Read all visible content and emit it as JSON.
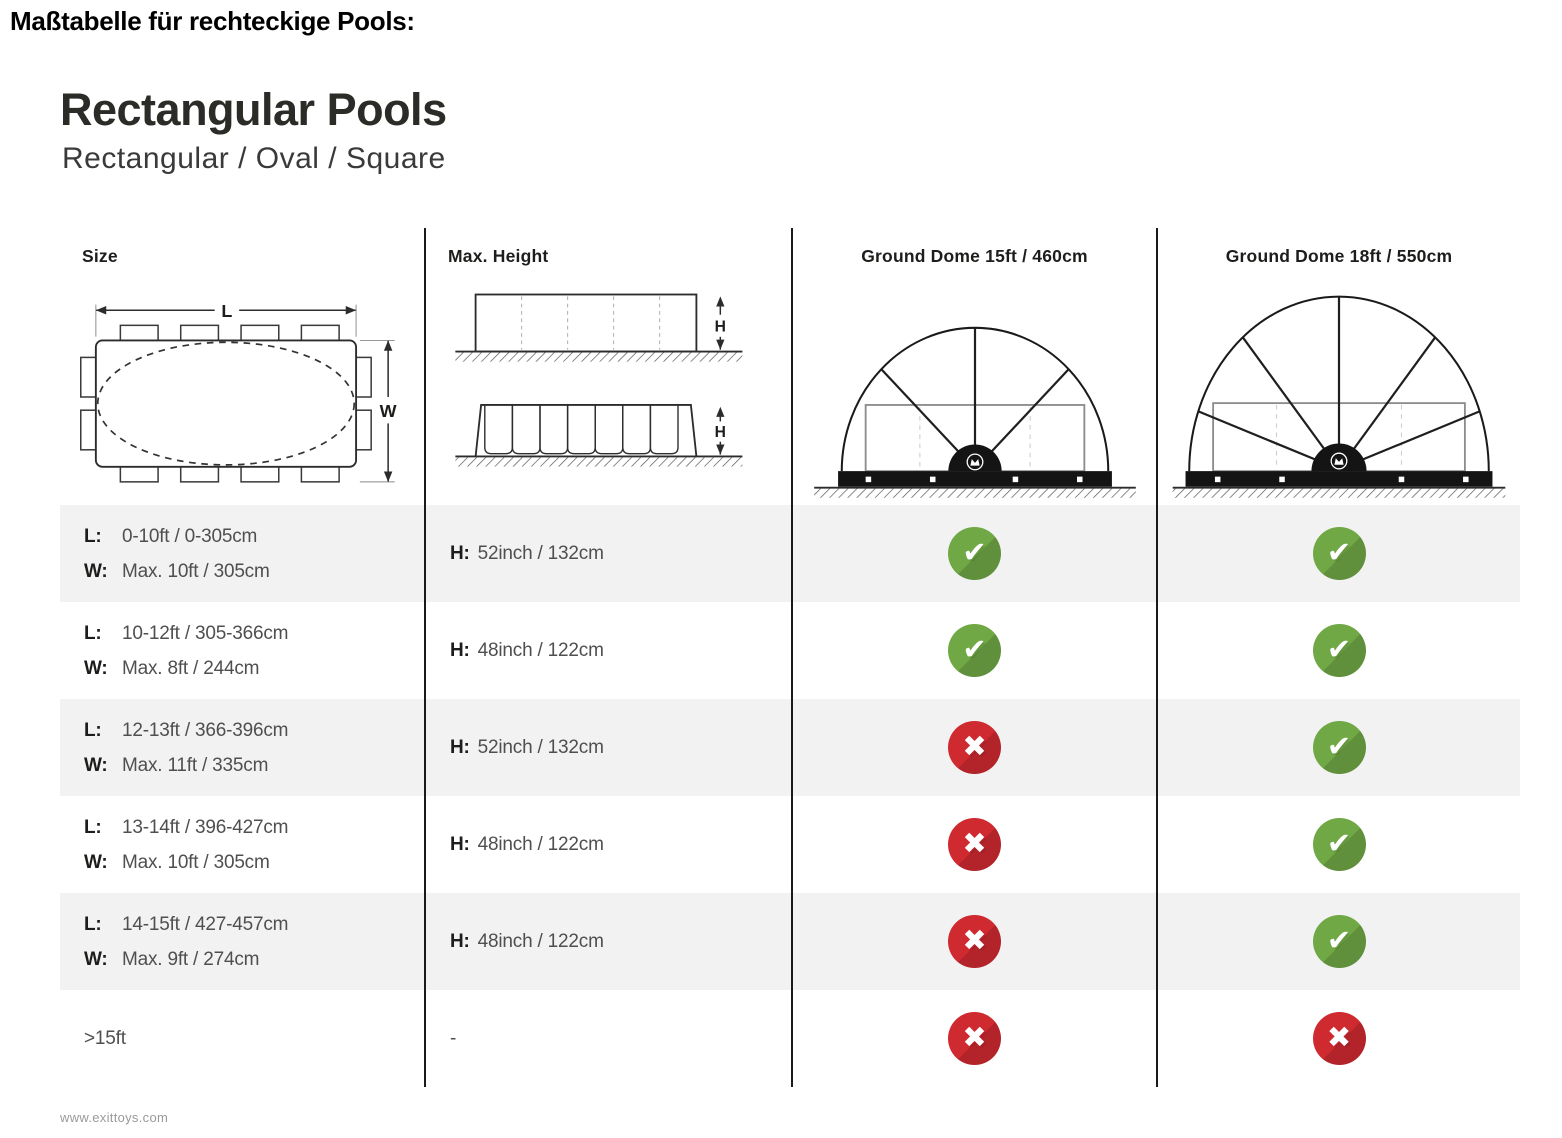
{
  "page": {
    "heading": "Maßtabelle für rechteckige Pools:",
    "title": "Rectangular Pools",
    "subtitle": "Rectangular / Oval / Square",
    "footer_url": "www.exittoys.com"
  },
  "table": {
    "headers": {
      "size": "Size",
      "max_height": "Max. Height",
      "dome15": "Ground Dome 15ft / 460cm",
      "dome18": "Ground Dome 18ft / 550cm"
    },
    "diagram_labels": {
      "length": "L",
      "width": "W",
      "height": "H"
    },
    "rows": [
      {
        "l_label": "L:",
        "l_value": "0-10ft / 0-305cm",
        "w_label": "W:",
        "w_value": "Max. 10ft / 305cm",
        "h_label": "H:",
        "h_value": "52inch / 132cm",
        "dome15": "check",
        "dome18": "check"
      },
      {
        "l_label": "L:",
        "l_value": "10-12ft / 305-366cm",
        "w_label": "W:",
        "w_value": "Max. 8ft / 244cm",
        "h_label": "H:",
        "h_value": "48inch / 122cm",
        "dome15": "check",
        "dome18": "check"
      },
      {
        "l_label": "L:",
        "l_value": "12-13ft / 366-396cm",
        "w_label": "W:",
        "w_value": "Max. 11ft / 335cm",
        "h_label": "H:",
        "h_value": "52inch / 132cm",
        "dome15": "cross",
        "dome18": "check"
      },
      {
        "l_label": "L:",
        "l_value": "13-14ft / 396-427cm",
        "w_label": "W:",
        "w_value": "Max. 10ft / 305cm",
        "h_label": "H:",
        "h_value": "48inch / 122cm",
        "dome15": "cross",
        "dome18": "check"
      },
      {
        "l_label": "L:",
        "l_value": "14-15ft / 427-457cm",
        "w_label": "W:",
        "w_value": "Max. 9ft / 274cm",
        "h_label": "H:",
        "h_value": "48inch / 122cm",
        "dome15": "cross",
        "dome18": "check"
      },
      {
        "size_text": ">15ft",
        "height_text": "-",
        "dome15": "cross",
        "dome18": "cross"
      }
    ]
  },
  "icons": {
    "check": "✔",
    "cross": "✖"
  },
  "colors": {
    "check_green": "#70a845",
    "cross_red": "#d02a31",
    "row_alt_bg": "#f2f2f2",
    "divider": "#1a1a1a",
    "text_dark": "#1d1d1b",
    "text_gray": "#4f4f4f"
  }
}
